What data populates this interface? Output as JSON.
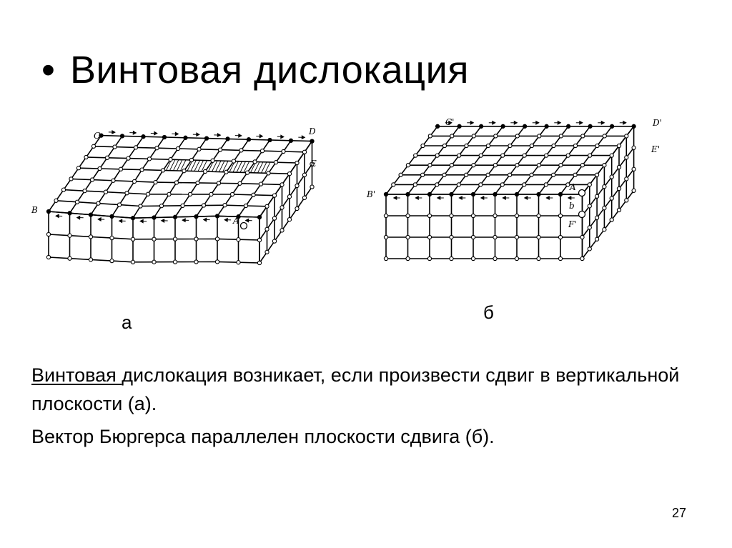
{
  "slide": {
    "title": "Винтовая дислокация",
    "bullet": "•",
    "figure_a": {
      "caption": "а",
      "labels": {
        "c": "C",
        "d": "D",
        "e": "E",
        "b": "B",
        "a": "A"
      }
    },
    "figure_b": {
      "caption": "б",
      "labels": {
        "c": "C'",
        "d": "D'",
        "e": "E'",
        "b": "B'",
        "a": "A",
        "bb": "b",
        "f": "F'"
      }
    },
    "paragraph1": {
      "lead": "Винтовая ",
      "rest": "дислокация возникает, если произвести сдвиг в вертикальной плоскости (а)."
    },
    "paragraph2": "Вектор Бюргерса параллелен плоскости сдвига (б).",
    "page_number": "27"
  }
}
